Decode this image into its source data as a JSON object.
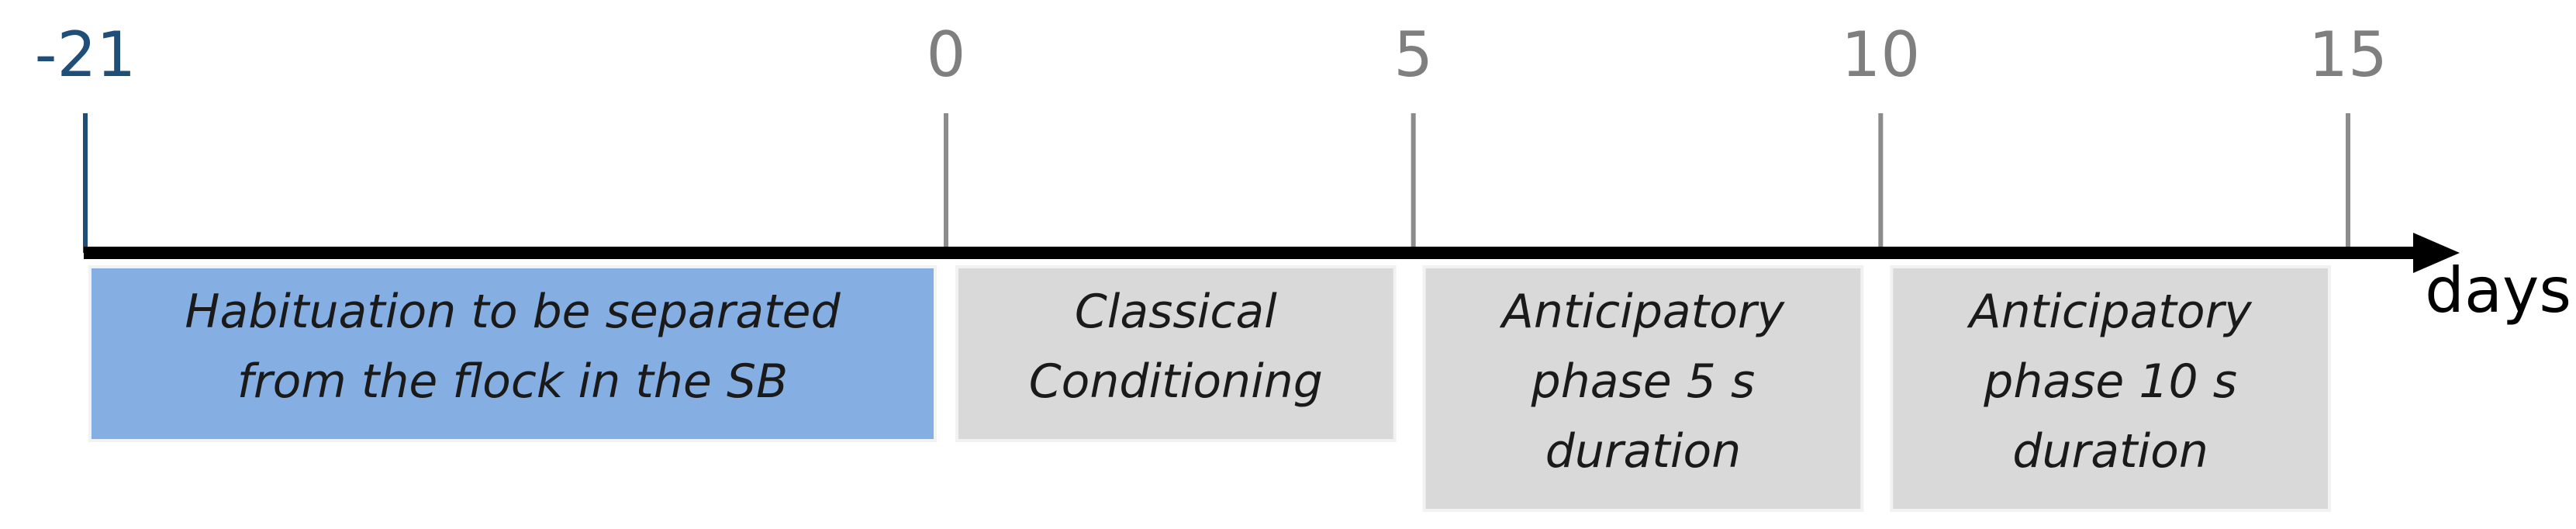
{
  "timeline": {
    "unit_label": "days",
    "start_label": "-21",
    "ticks": [
      {
        "day": -21,
        "label": "-21"
      },
      {
        "day": 0,
        "label": "0"
      },
      {
        "day": 5,
        "label": "5"
      },
      {
        "day": 10,
        "label": "10"
      },
      {
        "day": 15,
        "label": "15"
      }
    ],
    "phases": [
      {
        "from_day": -21,
        "to_day": 0,
        "lines": [
          "Habituation to be separated",
          "from the flock in the SB"
        ],
        "color": "#85aee3"
      },
      {
        "from_day": 0,
        "to_day": 5,
        "lines": [
          "Classical",
          "Conditioning"
        ],
        "color": "#d9d9d9"
      },
      {
        "from_day": 5,
        "to_day": 10,
        "lines": [
          "Anticipatory",
          "phase 5 s",
          "duration"
        ],
        "color": "#d9d9d9"
      },
      {
        "from_day": 10,
        "to_day": 15,
        "lines": [
          "Anticipatory",
          "phase 10 s",
          "duration"
        ],
        "color": "#d9d9d9"
      }
    ]
  },
  "colors": {
    "axis": "#000000",
    "start_marker": "#1f4e79",
    "tick": "#8c8c8c",
    "tick_text": "#7f7f7f",
    "box_border": "#f2f2f2",
    "text": "#1a1a1a"
  }
}
